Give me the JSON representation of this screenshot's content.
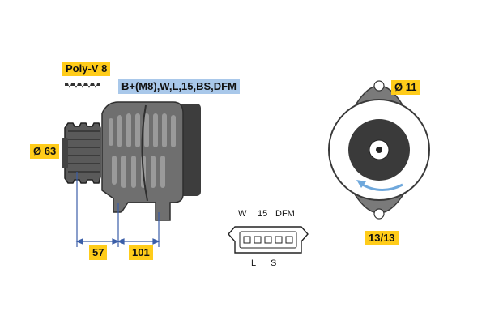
{
  "labels": {
    "belt": "Poly-V 8",
    "connection": "B+(M8),W,L,15,BS,DFM",
    "pulley_diameter": "Ø 63",
    "dim_a": "57",
    "dim_b": "101",
    "mount_hole": "Ø 11",
    "clock": "13/13"
  },
  "plug": {
    "top_pins": [
      "W",
      "15",
      "DFM"
    ],
    "bottom_pins": [
      "L",
      "S"
    ]
  },
  "colors": {
    "label_bg": "#ffcc1a",
    "connection_bg": "#a9c8ea",
    "dimension_line": "#3b5ea8",
    "housing": "#6f6f6f",
    "housing_dark": "#3d3d3d",
    "rotation_arrow": "#6fa8dc"
  },
  "icons": {
    "belt_profile": "poly-v-icon",
    "rotation": "rotation-arrow-icon"
  }
}
